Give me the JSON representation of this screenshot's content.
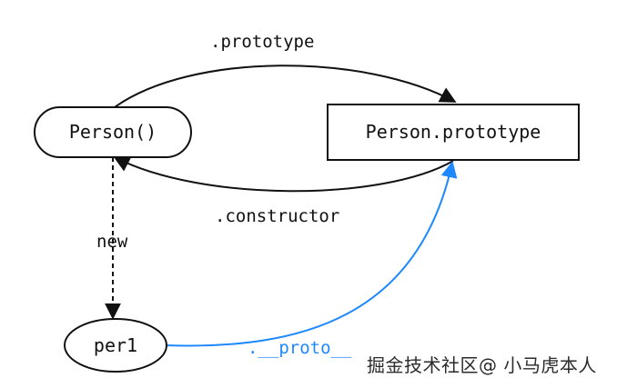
{
  "nodes": {
    "person_constructor": {
      "label": "Person()"
    },
    "person_prototype": {
      "label": "Person.prototype"
    },
    "per1": {
      "label": "per1"
    }
  },
  "edges": {
    "prototype": {
      "label": ".prototype"
    },
    "constructor": {
      "label": ".constructor"
    },
    "new": {
      "label": "new"
    },
    "proto": {
      "label": ".__proto__"
    }
  },
  "colors": {
    "black": "#111111",
    "proto_blue": "#1e88ff"
  },
  "watermark": {
    "text": "掘金技术社区@ 小马虎本人"
  }
}
